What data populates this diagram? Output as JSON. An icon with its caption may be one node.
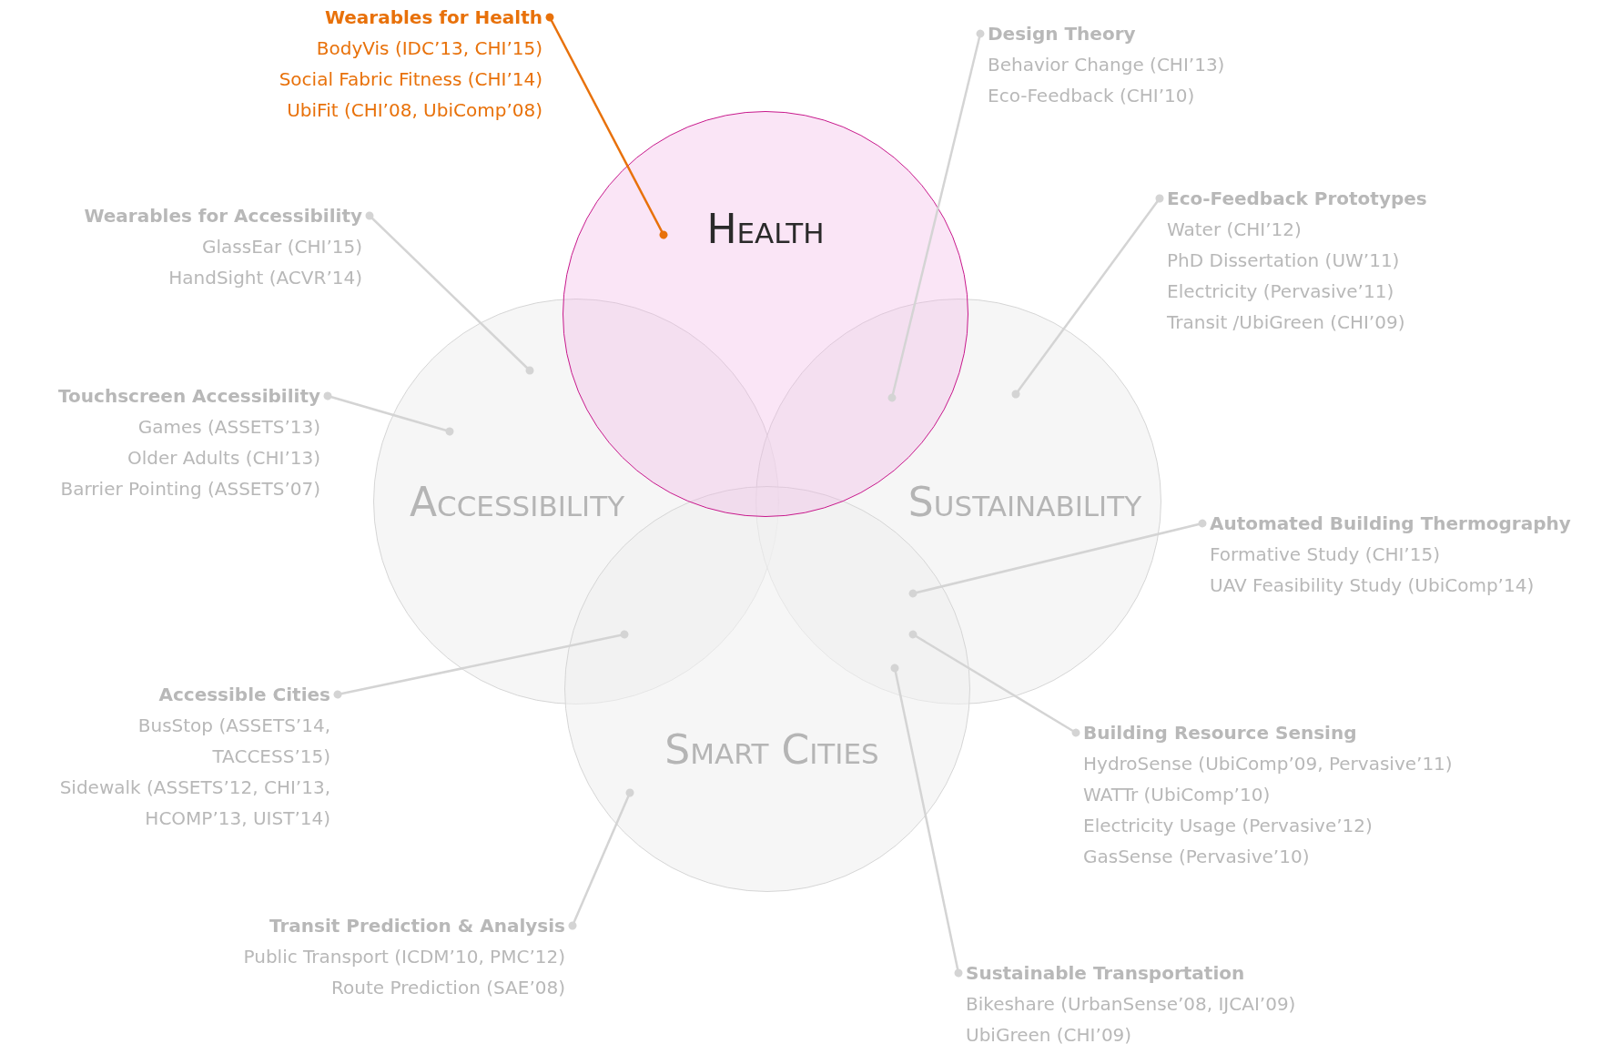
{
  "diagram": {
    "nodes": [
      {
        "text": [
          "Wearables for Health",
          "BodyVis (IDC’13, CHI’15)",
          "Social Fabric Fitness (CHI’14)",
          "UbiFit (CHI’08, UbiComp’08)"
        ]
      },
      {
        "text": [
          "Design Theory",
          "Behavior Change (CHI’13)",
          "Eco-Feedback (CHI’10)"
        ]
      },
      {
        "text": [
          "Health"
        ]
      },
      {
        "text": [
          "Wearables for Accessibility",
          "GlassEar (CHI’15)",
          "HandSight (ACVR’14)"
        ]
      },
      {
        "text": [
          "Eco-Feedback Prototypes",
          "Water (CHI’12)",
          "PhD Dissertation (UW’11)",
          "Electricity (Pervasive’11)",
          "Transit /UbiGreen (CHI’09)"
        ]
      },
      {
        "text": [
          "Touchscreen Accessibility",
          "Games (ASSETS’13)",
          "Older Adults (CHI’13)",
          "Barrier Pointing (ASSETS’07)"
        ]
      },
      {
        "text": [
          "Accessibility"
        ]
      },
      {
        "text": [
          "Sustainability"
        ]
      },
      {
        "text": [
          "Automated Building Thermography",
          "Formative Study (CHI’15)",
          "UAV Feasibility Study (UbiComp’14)"
        ]
      },
      {
        "text": [
          "Accessible Cities",
          "BusStop (ASSETS’14, TACCESS’15)",
          "Sidewalk (ASSETS’12, CHI’13, HCOMP’13, UIST’14)"
        ]
      },
      {
        "text": [
          "Building Resource Sensing",
          "HydroSense (UbiComp’09, Pervasive’11)",
          "WATTr (UbiComp’10)",
          "Electricity Usage (Pervasive’12)",
          "GasSense (Pervasive’10)"
        ]
      },
      {
        "text": [
          "Smart Cities"
        ]
      },
      {
        "text": [
          "Transit Prediction & Analysis",
          "Public Transport (ICDM’10, PMC’12)",
          "Route Prediction (SAE’08)"
        ]
      },
      {
        "text": [
          "Sustainable Transportation",
          "Bikeshare (UrbanSense’08, IJCAI’09)",
          "UbiGreen (CHI’09)"
        ]
      }
    ],
    "edges": [
      {
        "from": 0,
        "to": 2,
        "arrow": "other",
        "color": "#e8710a"
      },
      {
        "from": 1,
        "to": 2,
        "arrow": "other"
      },
      {
        "from": 3,
        "to": 6,
        "arrow": "other"
      },
      {
        "from": 4,
        "to": 7,
        "arrow": "other"
      },
      {
        "from": 5,
        "to": 6,
        "arrow": "other"
      },
      {
        "from": 8,
        "to": 7,
        "arrow": "other"
      },
      {
        "from": 9,
        "to": 6,
        "arrow": "other"
      },
      {
        "from": 10,
        "to": 7,
        "arrow": "other"
      },
      {
        "from": 12,
        "to": 11,
        "arrow": "other"
      },
      {
        "from": 13,
        "to": 7,
        "arrow": "other"
      }
    ]
  }
}
